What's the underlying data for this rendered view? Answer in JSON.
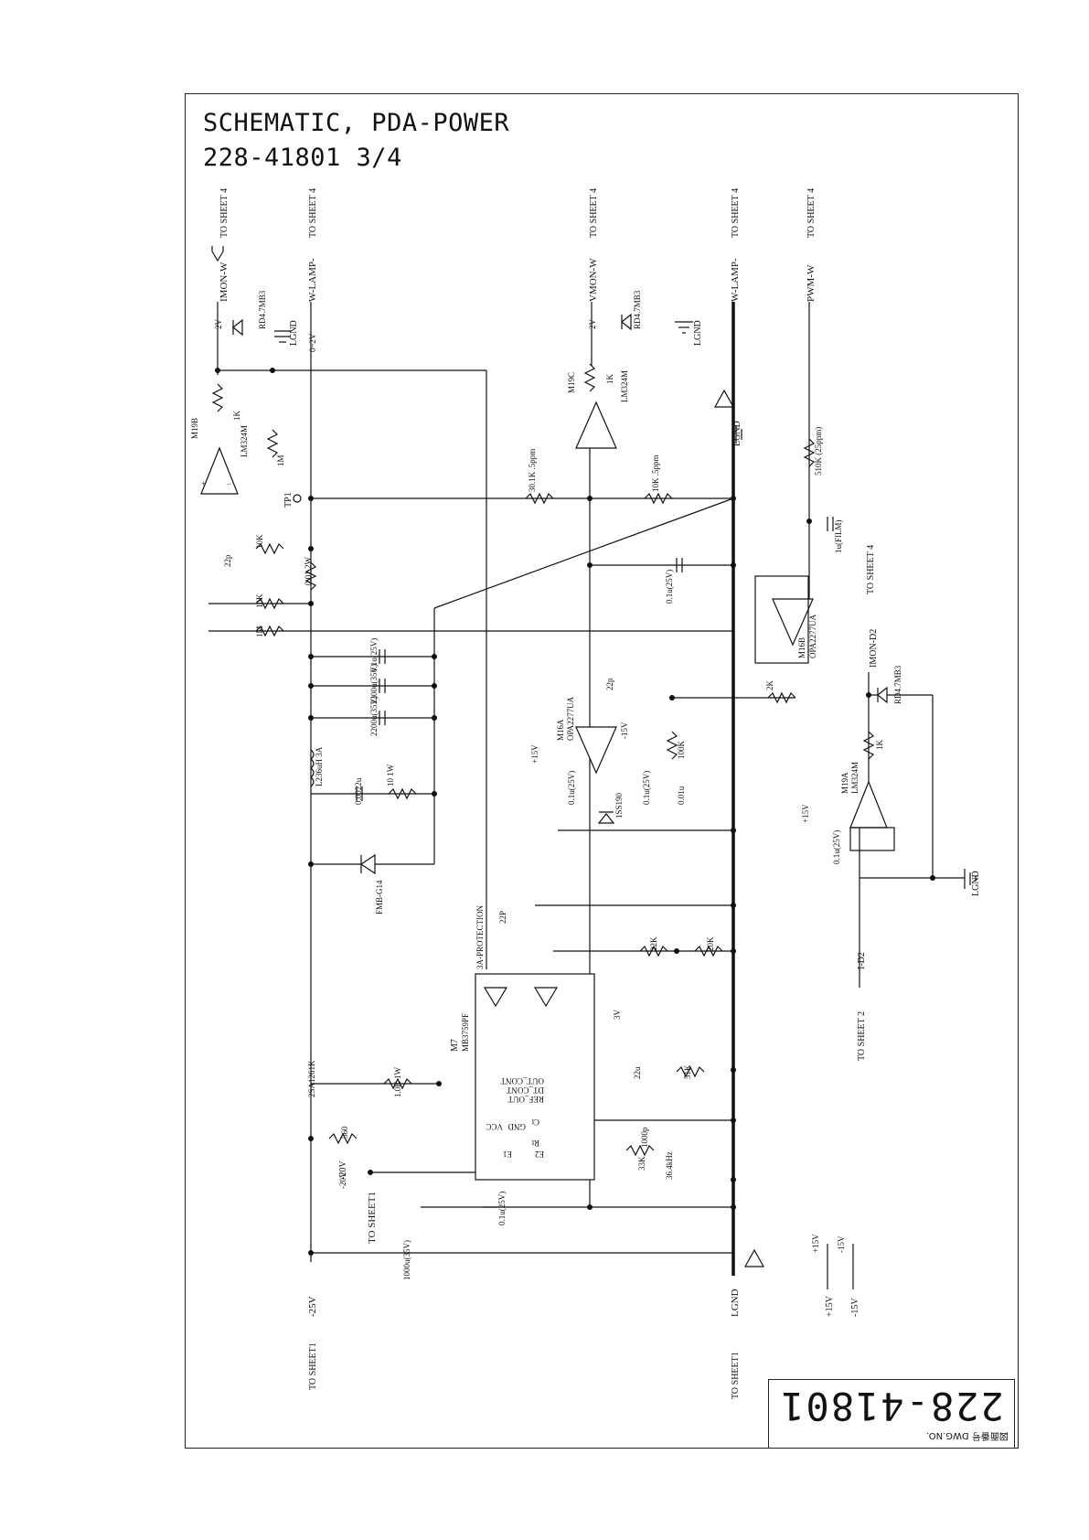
{
  "title": {
    "line1": "SCHEMATIC, PDA-POWER",
    "line2": "228-41801 3/4"
  },
  "drawing_block": {
    "number": "228-41801",
    "label": "図面番号 DWG.NO."
  },
  "connectors_top": [
    {
      "name": "IMON-W",
      "dest": "TO SHEET 4"
    },
    {
      "name": "W-LAMP-",
      "dest": "TO SHEET 4"
    },
    {
      "name": "VMON-W",
      "dest": "TO SHEET 4"
    },
    {
      "name": "W-LAMP-",
      "dest": "TO SHEET 4"
    },
    {
      "name": "PWM-W",
      "dest": "TO SHEET 4"
    }
  ],
  "connectors_bottom": [
    {
      "name": "-25V",
      "dest": "TO SHEET1"
    },
    {
      "name": "LGND",
      "dest": "TO SHEET1"
    },
    {
      "name": "+15V",
      "dest": ""
    },
    {
      "name": "-15V",
      "dest": ""
    }
  ],
  "connectors_side": [
    {
      "name": "IMON-D2",
      "dest": ""
    },
    {
      "name": "I-D2",
      "dest": "TO SHEET 2"
    },
    {
      "name": "-20V",
      "dest": "TO SHEET1"
    }
  ],
  "misc_text": {
    "to_sheet4": "TO SHEET 4",
    "lgnd": "LGND",
    "tp1": "TP1",
    "v2": "2V",
    "v0_2": "0~2V",
    "protection": "3A-PROTECTION",
    "freq": "36.4kHz",
    "v3": "3V",
    "plus15": "+15V",
    "minus15": "-15V",
    "plus15v": "+15V",
    "minus15v": "-15V",
    "minus20": "-20V"
  },
  "components": {
    "ZN1": "RD4.7MB3",
    "ZN2": "RD4.7MB3",
    "ZN8": "RD4.7MB3",
    "R74": "1K",
    "R75": "1M",
    "R77": "10K",
    "R73": "10K",
    "R72": "1M",
    "R63": "0.01 2W",
    "C59": "22p",
    "M19B": "LM324M",
    "M19C": "LM324M",
    "M19A": "LM324M",
    "R58": "1K",
    "R70": "30.1K .5ppm",
    "R57": "10K .5ppm",
    "R40": "510K (25ppm)",
    "C44": "1u(FILM)",
    "C57": "0.1u(25V)",
    "M16B": "OPA2277UA",
    "M16A": "OPA2277UA",
    "C53": "0.1u(25V)",
    "C51": "2200u(35V)",
    "C52": "2200u(35V)",
    "L5": "L236uH 3A",
    "C34": "0.0022u",
    "R20": "10 1W",
    "D12": "FMB-G14",
    "R50": "2K",
    "C63": "22p",
    "R55": "100K",
    "C45": "0.1u(25V)",
    "C56": "0.1u(25V)",
    "C61": "0.01u",
    "D20": "1SS190",
    "R76": "1K",
    "C62": "0.1u(25V)",
    "C64": "22P",
    "R17": "22K",
    "R22": "20K",
    "M7": "MB3759PF",
    "Q5": "2SA1261K",
    "R13": "1.0K 1W",
    "R12": "560",
    "C36": "22u",
    "R33": "51K",
    "C38": "1000p",
    "R21": "33K",
    "C24": "0.1u(25V)",
    "C25": "1000u(35V)"
  },
  "ic_pins": {
    "gnd": "GND",
    "out_cont": "OUT_CONT",
    "dt_cont": "DT_CONT",
    "ref_out": "REF_OUT",
    "ct": "Ct",
    "rt": "Rt",
    "vcc": "VCC",
    "e1": "E1",
    "e2": "E2"
  }
}
